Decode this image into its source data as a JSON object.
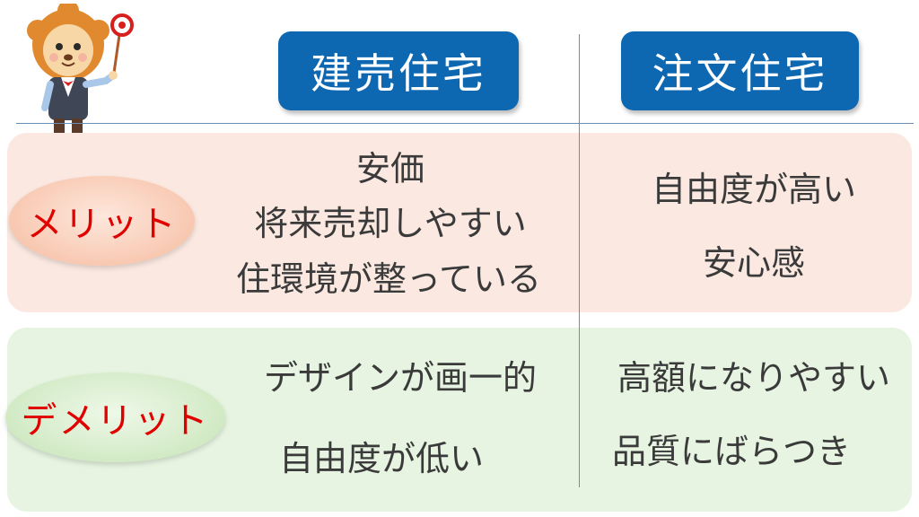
{
  "header": {
    "col1_title": "建売住宅",
    "col2_title": "注文住宅"
  },
  "rows": {
    "merit": {
      "label": "メリット",
      "col1": [
        "安価",
        "将来売却しやすい",
        "住環境が整っている"
      ],
      "col2": [
        "自由度が高い",
        "安心感"
      ]
    },
    "demerit": {
      "label": "デメリット",
      "col1": [
        "デザインが画一的",
        "自由度が低い"
      ],
      "col2": [
        "高額になりやすい",
        "品質にばらつき"
      ]
    }
  },
  "colors": {
    "header_blue": "#0d67b1",
    "merit_bg": "#fbe9e1",
    "demerit_bg": "#e6f4e1",
    "label_red": "#e00000"
  },
  "icons": {
    "mascot": "lion-mascot-with-sign"
  }
}
